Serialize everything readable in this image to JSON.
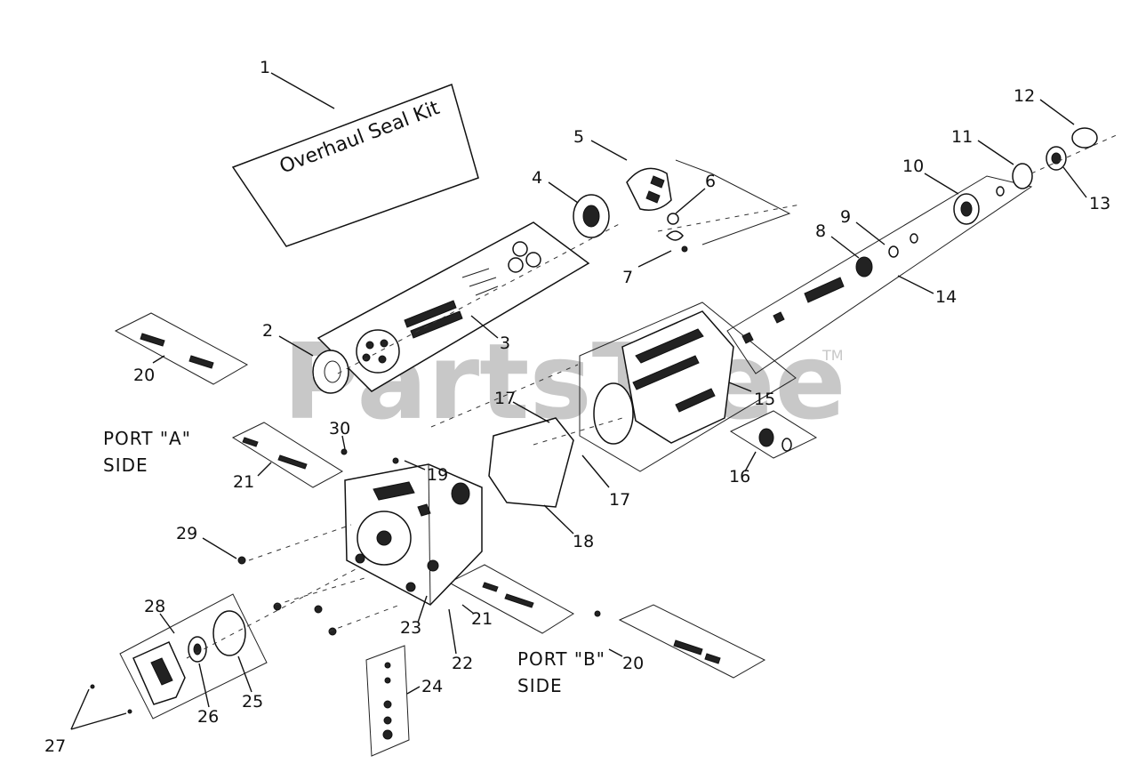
{
  "watermark": {
    "text": "PartsTree",
    "tm": "TM"
  },
  "kit_label": "Overhaul Seal Kit",
  "ports": {
    "a_line1": "PORT \"A\"",
    "a_line2": "SIDE",
    "b_line1": "PORT \"B\"",
    "b_line2": "SIDE"
  },
  "callouts": [
    {
      "id": "c1",
      "text": "1"
    },
    {
      "id": "c2",
      "text": "2"
    },
    {
      "id": "c3",
      "text": "3"
    },
    {
      "id": "c4",
      "text": "4"
    },
    {
      "id": "c5",
      "text": "5"
    },
    {
      "id": "c6",
      "text": "6"
    },
    {
      "id": "c7",
      "text": "7"
    },
    {
      "id": "c8",
      "text": "8"
    },
    {
      "id": "c9",
      "text": "9"
    },
    {
      "id": "c10",
      "text": "10"
    },
    {
      "id": "c11",
      "text": "11"
    },
    {
      "id": "c12",
      "text": "12"
    },
    {
      "id": "c13",
      "text": "13"
    },
    {
      "id": "c14",
      "text": "14"
    },
    {
      "id": "c15",
      "text": "15"
    },
    {
      "id": "c16",
      "text": "16"
    },
    {
      "id": "c17a",
      "text": "17"
    },
    {
      "id": "c17b",
      "text": "17"
    },
    {
      "id": "c18",
      "text": "18"
    },
    {
      "id": "c19",
      "text": "19"
    },
    {
      "id": "c20a",
      "text": "20"
    },
    {
      "id": "c20b",
      "text": "20"
    },
    {
      "id": "c21a",
      "text": "21"
    },
    {
      "id": "c21b",
      "text": "21"
    },
    {
      "id": "c22",
      "text": "22"
    },
    {
      "id": "c23",
      "text": "23"
    },
    {
      "id": "c24",
      "text": "24"
    },
    {
      "id": "c25",
      "text": "25"
    },
    {
      "id": "c26",
      "text": "26"
    },
    {
      "id": "c27",
      "text": "27"
    },
    {
      "id": "c28",
      "text": "28"
    },
    {
      "id": "c29",
      "text": "29"
    },
    {
      "id": "c30",
      "text": "30"
    }
  ]
}
